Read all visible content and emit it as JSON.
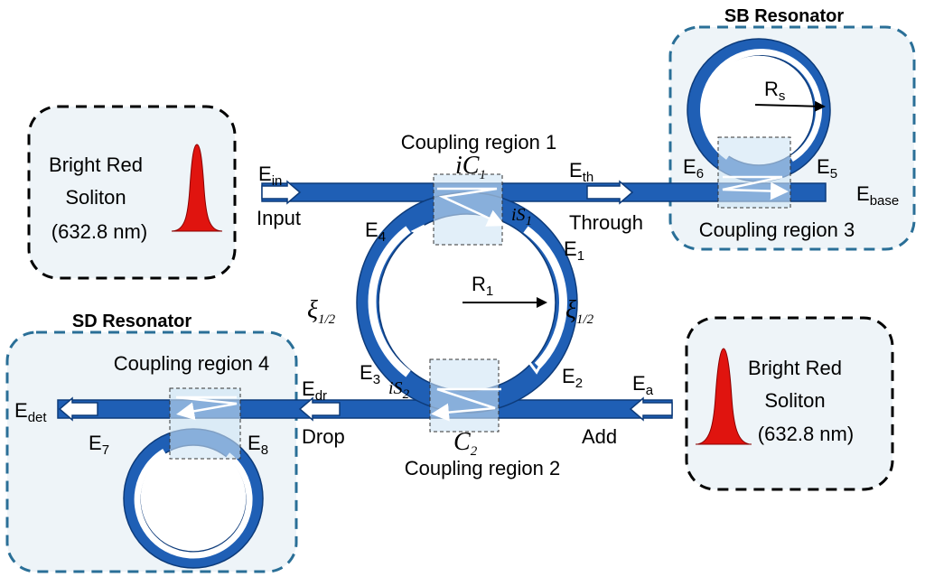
{
  "source_boxes": {
    "left": {
      "line1": "Bright Red",
      "line2": "Soliton",
      "line3": "(632.8 nm)"
    },
    "right": {
      "line1": "Bright Red",
      "line2": "Soliton",
      "line3": "(632.8 nm)"
    }
  },
  "regions": {
    "sb_title": "SB Resonator",
    "sd_title": "SD Resonator",
    "coupling_1": "Coupling region 1",
    "coupling_2": "Coupling region 2",
    "coupling_3": "Coupling region 3",
    "coupling_4": "Coupling region 4"
  },
  "ports": {
    "input": "Input",
    "through": "Through",
    "drop": "Drop",
    "add": "Add"
  },
  "fields": {
    "E_in": {
      "main": "E",
      "sub": "in"
    },
    "E_th": {
      "main": "E",
      "sub": "th"
    },
    "E_base": {
      "main": "E",
      "sub": "base"
    },
    "E_dr": {
      "main": "E",
      "sub": "dr"
    },
    "E_a": {
      "main": "E",
      "sub": "a"
    },
    "E_det": {
      "main": "E",
      "sub": "det"
    },
    "E1": {
      "main": "E",
      "sub": "1"
    },
    "E2": {
      "main": "E",
      "sub": "2"
    },
    "E3": {
      "main": "E",
      "sub": "3"
    },
    "E4": {
      "main": "E",
      "sub": "4"
    },
    "E5": {
      "main": "E",
      "sub": "5"
    },
    "E6": {
      "main": "E",
      "sub": "6"
    },
    "E7": {
      "main": "E",
      "sub": "7"
    },
    "E8": {
      "main": "E",
      "sub": "8"
    }
  },
  "radii": {
    "R1": {
      "main": "R",
      "sub": "1"
    },
    "Rs": {
      "main": "R",
      "sub": "s"
    }
  },
  "coefficients": {
    "iC1": {
      "main": "iC",
      "sub": "1"
    },
    "iS1": {
      "main": "iS",
      "sub": "1"
    },
    "C2": {
      "main": "C",
      "sub": "2"
    },
    "iS2": {
      "main": "iS",
      "sub": "2"
    },
    "xi_left": {
      "main": "ξ",
      "sub": "1/2"
    },
    "xi_right": {
      "main": "ξ",
      "sub": "1/2"
    }
  },
  "colors": {
    "waveguide": "#1f5fb5",
    "waveguide_dark": "#0d3b7a",
    "soliton": "#e0140f",
    "box_dashed_black": "#000000",
    "box_dashed_teal": "#2a6f97",
    "box_fill": "#eef4f8",
    "coupling_fill": "#cfe4f5"
  }
}
